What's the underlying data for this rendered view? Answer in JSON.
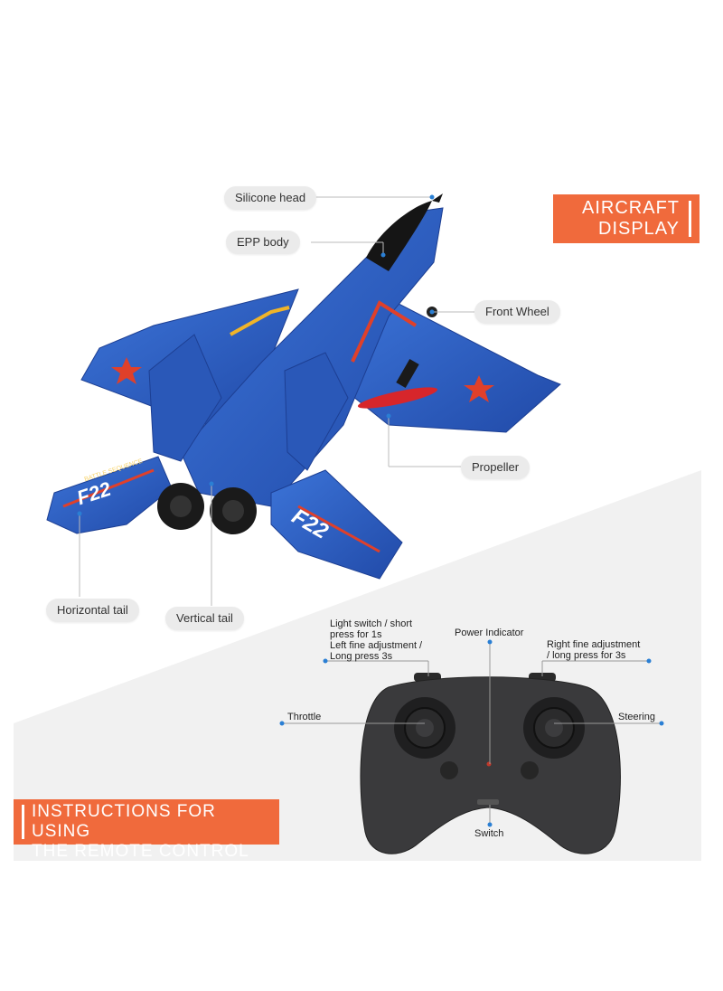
{
  "banners": {
    "aircraft_line1": "AIRCRAFT",
    "aircraft_line2": "DISPLAY",
    "remote_line1": "INSTRUCTIONS FOR USING",
    "remote_line2": "THE REMOTE CONTROL"
  },
  "aircraft_labels": {
    "silicone_head": "Silicone head",
    "epp_body": "EPP body",
    "front_wheel": "Front Wheel",
    "propeller": "Propeller",
    "horizontal_tail": "Horizontal tail",
    "vertical_tail": "Vertical tail"
  },
  "aircraft_markings": {
    "model": "F22",
    "wing_text": "BATTLE SEQUENCE"
  },
  "remote_labels": {
    "light_switch": "Light switch / short press for 1s Left fine adjustment / Long press 3s",
    "light_switch_l1": "Light switch / short",
    "light_switch_l2": "press for 1s",
    "light_switch_l3": "Left fine adjustment /",
    "light_switch_l4": "Long press 3s",
    "power_indicator": "Power Indicator",
    "right_fine_l1": "Right fine adjustment",
    "right_fine_l2": "/ long press for 3s",
    "throttle": "Throttle",
    "steering": "Steering",
    "switch": "Switch"
  },
  "colors": {
    "accent_orange": "#f06a3c",
    "pointer_blue": "#2a7fd4",
    "plane_blue": "#2f5fc4",
    "remote_body": "#3a3a3c"
  }
}
